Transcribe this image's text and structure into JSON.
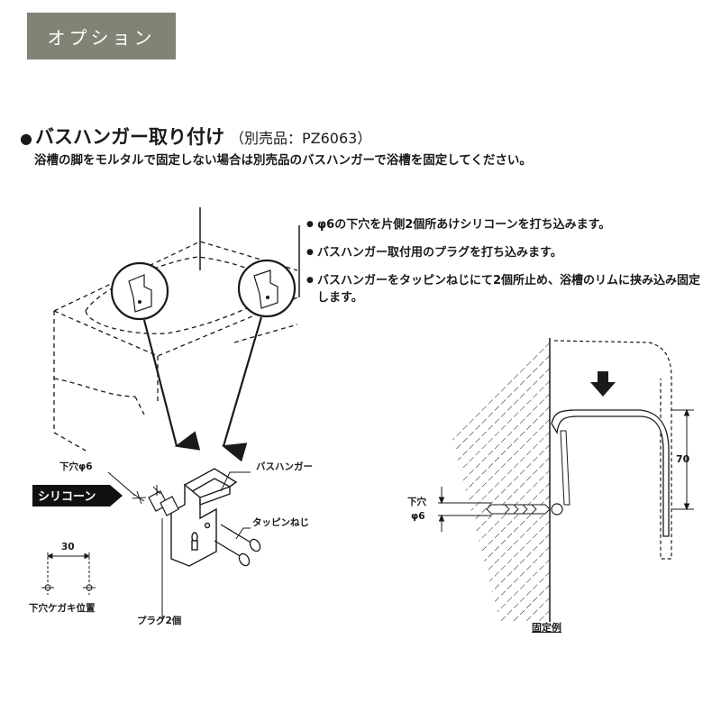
{
  "section_tag": "オプション",
  "heading": {
    "title": "バスハンガー取り付け",
    "subtitle": "（別売品：PZ6063）"
  },
  "description": "浴槽の脚をモルタルで固定しない場合は別売品のバスハンガーで浴槽を固定してください。",
  "bullets": [
    "φ6の下穴を片側2個所あけシリコーンを打ち込みます。",
    "バスハンガー取付用のプラグを打ち込みます。",
    "バスハンガーをタッピンねじにて2個所止め、浴槽のリムに挟み込み固定します。"
  ],
  "labels": {
    "pilot_hole": "下穴φ6",
    "silicone": "シリコーン",
    "bath_hanger": "バスハンガー",
    "tapping_screw": "タッピンねじ",
    "plug": "プラグ2個",
    "marking_position": "下穴ケガキ位置",
    "spacing": "30",
    "height": "70",
    "hole_left_line1": "下穴",
    "hole_left_line2": "φ6",
    "example_caption": "固定例"
  },
  "colors": {
    "tag_bg": "#7f8474",
    "ink": "#1a1a1a"
  }
}
